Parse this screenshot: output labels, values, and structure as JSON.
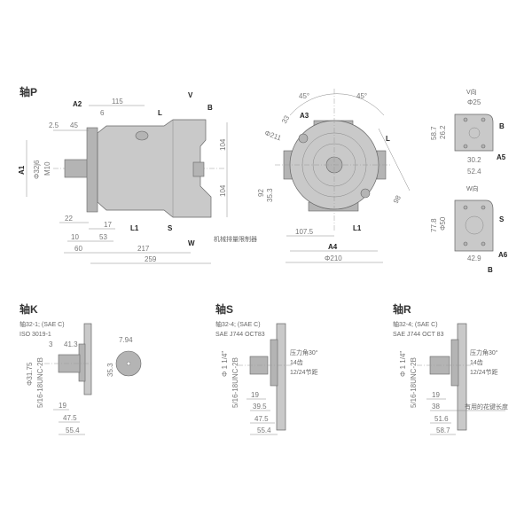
{
  "shaft_p": {
    "title": "轴P",
    "side_view": {
      "labels": {
        "A2": "A2",
        "A1": "A1",
        "L": "L",
        "L1": "L1",
        "V": "V",
        "W": "W",
        "B": "B",
        "S": "S"
      },
      "dims": {
        "d115": "115",
        "d6": "6",
        "d2_5": "2.5",
        "d45": "45",
        "phi32": "Φ32j6",
        "m10": "M10",
        "d104a": "104",
        "d104b": "104",
        "d22": "22",
        "d17": "17",
        "d10": "10",
        "d53": "53",
        "d60": "60",
        "d217": "217",
        "d259": "259"
      },
      "limiter_note": "机械排量限制器"
    },
    "front_view": {
      "labels": {
        "A3": "A3",
        "L": "L",
        "L1": "L1",
        "A4": "A4"
      },
      "dims": {
        "ang1": "45°",
        "ang2": "45°",
        "d33": "33",
        "phi211": "Φ211",
        "d92": "92",
        "d35_3": "35.3",
        "d98": "98",
        "d107_5": "107.5",
        "phi210": "Φ210"
      }
    },
    "v_view": {
      "title": "V向",
      "phi25": "Φ25",
      "d58_7": "58.7",
      "d26_2": "26.2",
      "d30_2": "30.2",
      "d52_4": "52.4",
      "B": "B",
      "A5": "A5"
    },
    "w_view": {
      "title": "W向",
      "d77_8": "77.8",
      "phi50": "Φ50",
      "d42_9": "42.9",
      "S": "S",
      "A6": "A6",
      "B": "B"
    }
  },
  "shaft_k": {
    "title": "轴K",
    "line1": "轴32-1; (SAE C)",
    "line2": "ISO 3019-1",
    "dims": {
      "d3": "3",
      "d41_3": "41.3",
      "phi31_75": "Φ31.75",
      "thread": "5/16-18UNC-2B",
      "d19": "19",
      "d47_5": "47.5",
      "d55_4": "55.4",
      "d7_94": "7.94",
      "d35_3": "35.3"
    }
  },
  "shaft_s": {
    "title": "轴S",
    "line1": "轴32-4; (SAE C)",
    "line2": "SAE J744 OCT83",
    "notes": [
      "压力角30°",
      "14齿",
      "12/24节距"
    ],
    "dims": {
      "phi": "Φ 1 1/4\"",
      "thread": "5/16-18UNC-2B",
      "d19": "19",
      "d39_5": "39.5",
      "d47_5": "47.5",
      "d55_4": "55.4"
    }
  },
  "shaft_r": {
    "title": "轴R",
    "line1": "轴32-4; (SAE C)",
    "line2": "SAE J744 OCT 83",
    "notes": [
      "压力角30°",
      "14齿",
      "12/24节距"
    ],
    "spline_note": "有用的花键长度",
    "dims": {
      "phi": "Φ 1 1/4\"",
      "thread": "5/16-18UNC-2B",
      "d19": "19",
      "d38": "38",
      "d51_6": "51.6",
      "d58_7": "58.7"
    }
  }
}
